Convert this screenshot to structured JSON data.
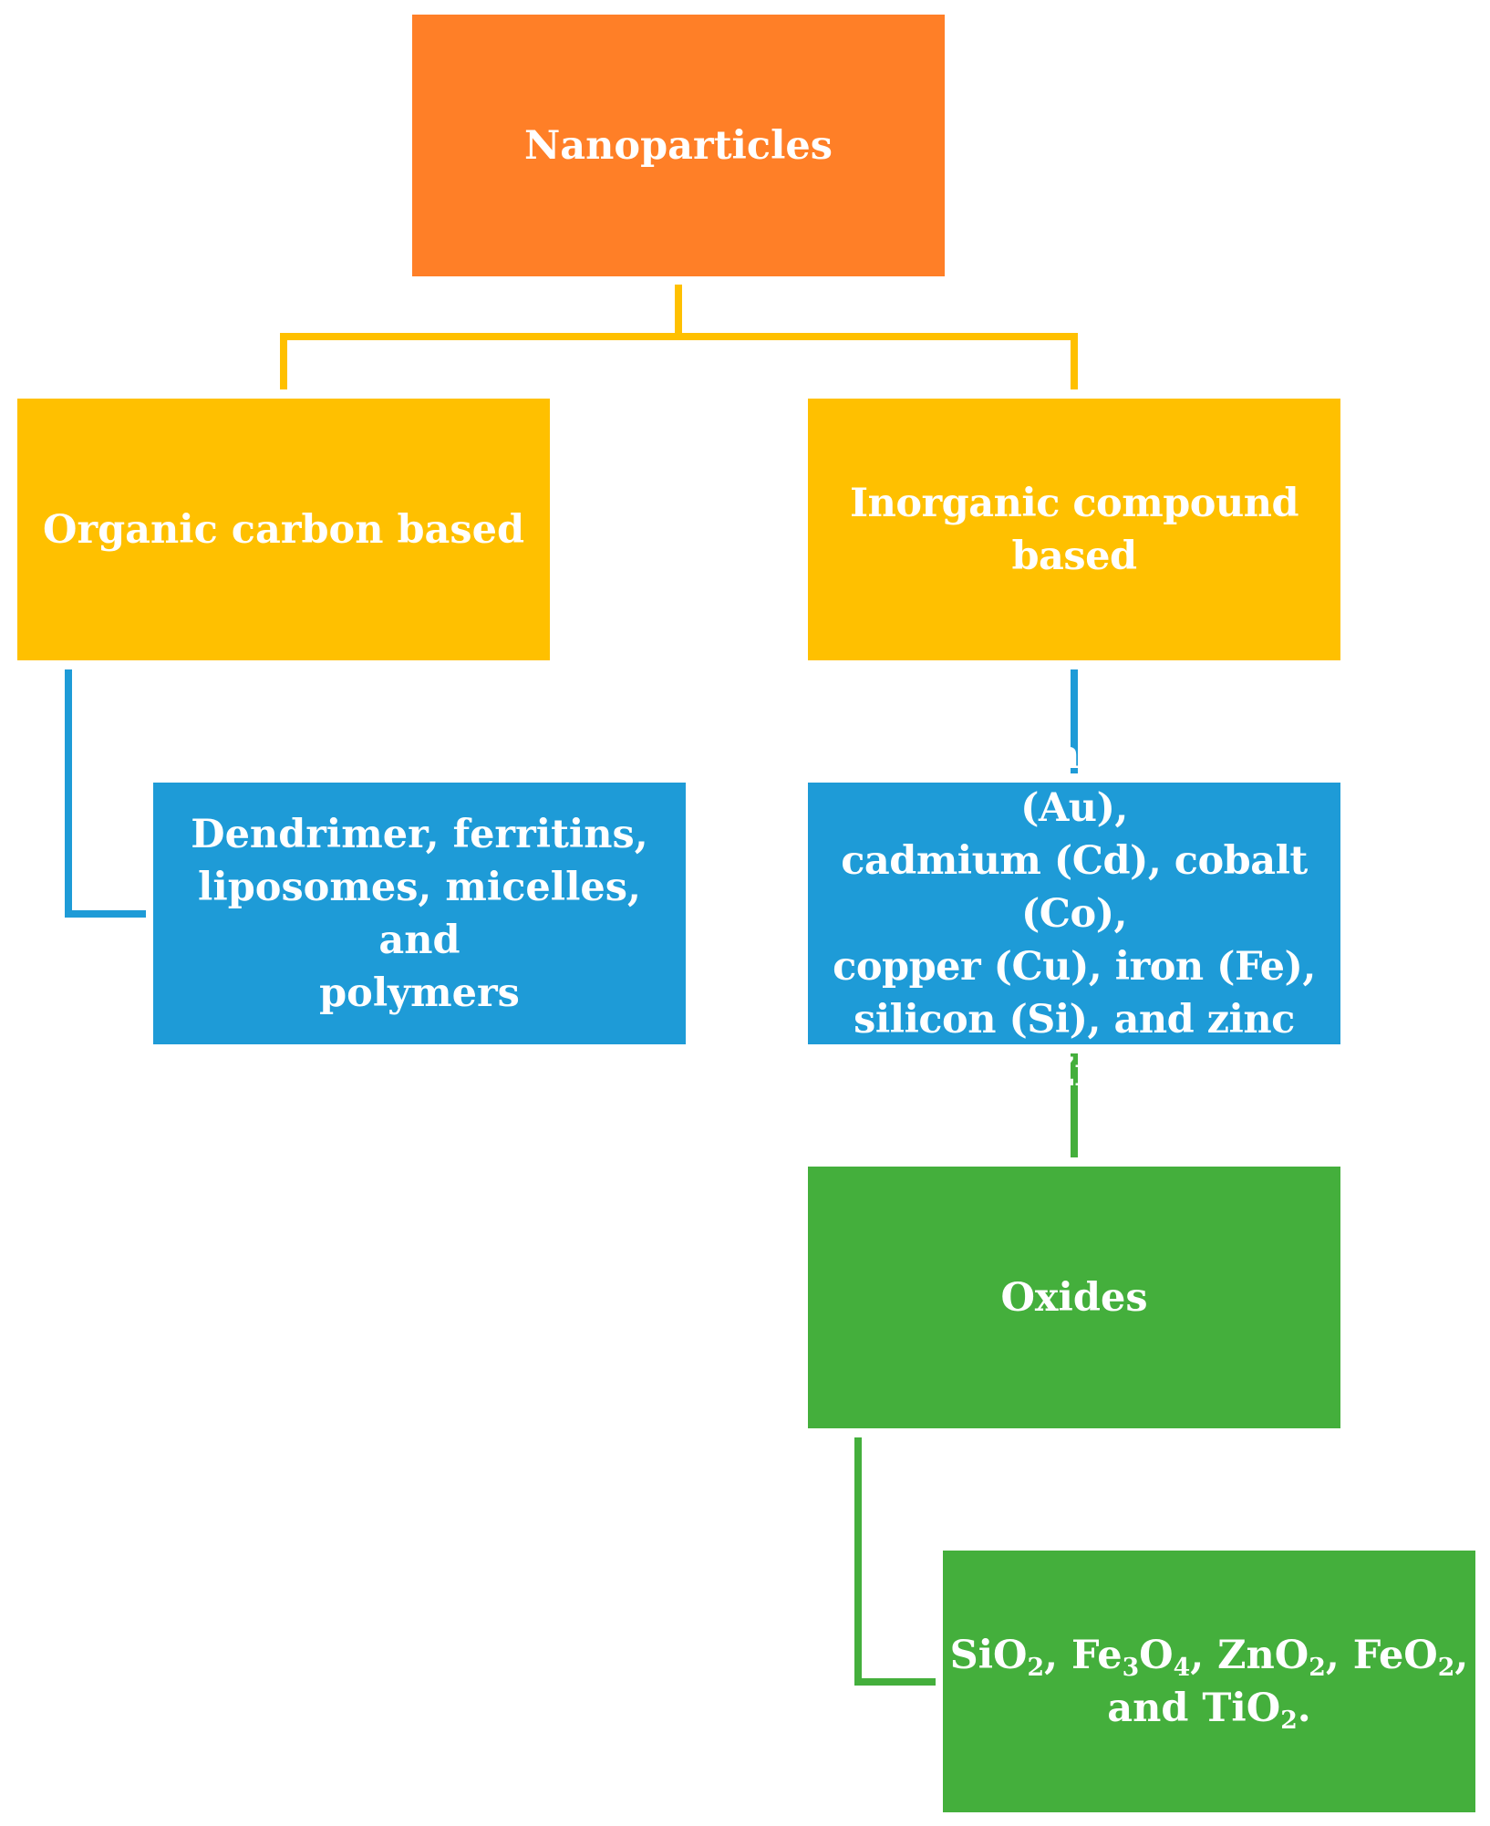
{
  "diagram": {
    "colors": {
      "root": "#FF7F27",
      "level1": "#FFC000",
      "metals": "#1E9BD7",
      "oxides": "#44AF3C",
      "text": "#FFFFFF"
    },
    "root": {
      "label": "Nanoparticles"
    },
    "organic": {
      "label": "Organic carbon based",
      "examples": "Dendrimer, ferritins,\nliposomes, micelles, and\npolymers"
    },
    "inorganic": {
      "label": "Inorganic compound based",
      "metals": "Aluminum (Al), gold (Au),\ncadmium (Cd), cobalt (Co),\ncopper (Cu), iron (Fe),\nsilicon (Si), and zinc (Zn)",
      "oxides": {
        "label": "Oxides",
        "examples": {
          "sio2_base": "SiO",
          "sio2_sub": "2",
          "sep1": ", ",
          "fe3o4_base1": "Fe",
          "fe3o4_sub1": "3",
          "fe3o4_base2": "O",
          "fe3o4_sub2": "4",
          "sep2": ", ",
          "zno2_base": "ZnO",
          "zno2_sub": "2",
          "sep3": ", ",
          "feo2_base": "FeO",
          "feo2_sub": "2",
          "sep4": ",",
          "and_text": "and ",
          "tio2_base": "TiO",
          "tio2_sub": "2",
          "end": "."
        }
      }
    }
  }
}
